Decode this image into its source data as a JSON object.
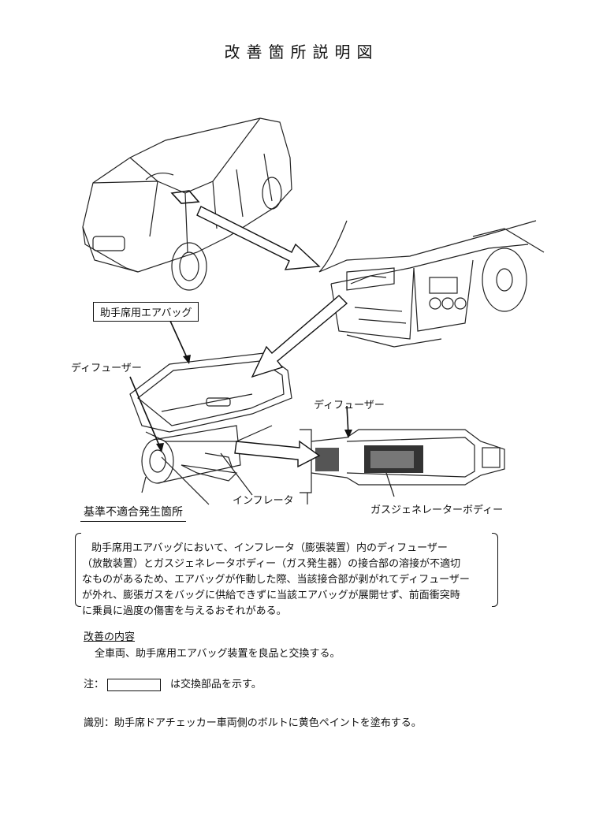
{
  "title": "改善箇所説明図",
  "labels": {
    "passenger_airbag": "助手席用エアバッグ",
    "diffuser_left": "ディフューザー",
    "diffuser_right": "ディフューザー",
    "inflator": "インフレータ",
    "gas_generator_body": "ガスジェネレーターボディー",
    "defect_location": "基準不適合発生箇所"
  },
  "description": {
    "lines": [
      "助手席用エアバッグにおいて、インフレータ（膨張装置）内のディフューザー",
      "（放散装置）とガスジェネレータボディー（ガス発生器）の接合部の溶接が不適切",
      "なものがあるため、エアバッグが作動した際、当該接合部が剥がれてディフューザー",
      "が外れ、膨張ガスをバッグに供給できずに当該エアバッグが展開せず、前面衝突時",
      "に乗員に過度の傷害を与えるおそれがある。"
    ]
  },
  "improvement": {
    "heading": "改善の内容",
    "text": "全車両、助手席用エアバッグ装置を良品と交換する。"
  },
  "note": {
    "prefix": "注：",
    "text": "は交換部品を示す。"
  },
  "identification": {
    "text": "識別：助手席ドアチェッカー車両側のボルトに黄色ペイントを塗布する。"
  }
}
